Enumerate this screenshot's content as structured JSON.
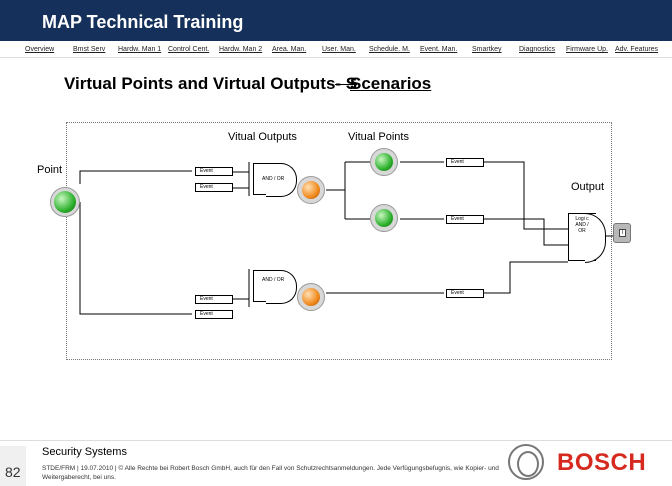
{
  "header": {
    "title": "MAP Technical Training",
    "background": "#15315b"
  },
  "nav": {
    "tabs": [
      {
        "label": "Overview"
      },
      {
        "label": "Bmst Serv"
      },
      {
        "label": "Hardw. Man 1"
      },
      {
        "label": "Control Cent."
      },
      {
        "label": "Hardw. Man 2"
      },
      {
        "label": "Area. Man."
      },
      {
        "label": "User. Man."
      },
      {
        "label": "Schedule. M."
      },
      {
        "label": "Event. Man."
      },
      {
        "label": "Smartkey"
      },
      {
        "label": "Diagnostics"
      },
      {
        "label": "Firmware Up."
      },
      {
        "label": "Adv. Features"
      }
    ]
  },
  "slide": {
    "title_prefix": "Virtual Points and Virtual Outputs",
    "title_struck": "- S",
    "title_overlay": "Scenarios"
  },
  "diagram": {
    "virtual_outputs_heading": "Vitual Outputs",
    "virtual_points_heading": "Vitual Points",
    "point_label": "Point",
    "output_label": "Output",
    "event_label": "Event",
    "gate_label": "AND / OR",
    "logic_label": "Logi c AND / OR",
    "output_icon_glyph": "I",
    "colors": {
      "led_green": "#2eb12e",
      "led_orange": "#f08a1c"
    }
  },
  "footer": {
    "page_number": "82",
    "section": "Security Systems",
    "legal": "STDE/FRM | 19.07.2010 | © Alle Rechte bei Robert Bosch GmbH, auch für den Fall von Schutzrechtsanmeldungen. Jede Verfügungsbefugnis, wie Kopier- und Weitergaberecht, bei uns.",
    "brand": "BOSCH",
    "brand_color": "#d62a20"
  }
}
